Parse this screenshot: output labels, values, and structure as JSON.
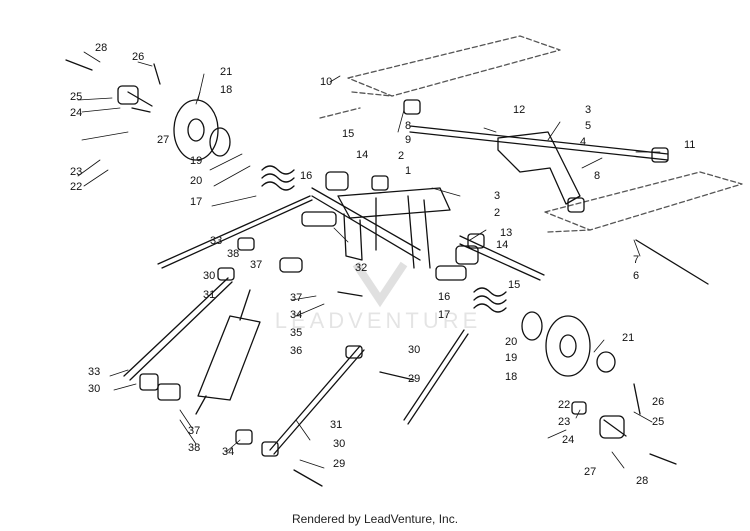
{
  "footer": "Rendered by LeadVenture, Inc.",
  "watermark": "LEADVENTURE",
  "callouts": [
    "28",
    "26",
    "25",
    "24",
    "21",
    "18",
    "27",
    "23",
    "22",
    "19",
    "20",
    "17",
    "10",
    "8",
    "9",
    "15",
    "14",
    "16",
    "2",
    "1",
    "12",
    "3",
    "5",
    "4",
    "11",
    "8",
    "3",
    "2",
    "13",
    "33",
    "38",
    "37",
    "30",
    "31",
    "32",
    "14",
    "15",
    "7",
    "6",
    "37",
    "34",
    "35",
    "36",
    "16",
    "17",
    "20",
    "19",
    "18",
    "21",
    "30",
    "29",
    "33",
    "30",
    "37",
    "38",
    "34",
    "31",
    "30",
    "29",
    "22",
    "23",
    "26",
    "25",
    "24",
    "27",
    "28"
  ]
}
